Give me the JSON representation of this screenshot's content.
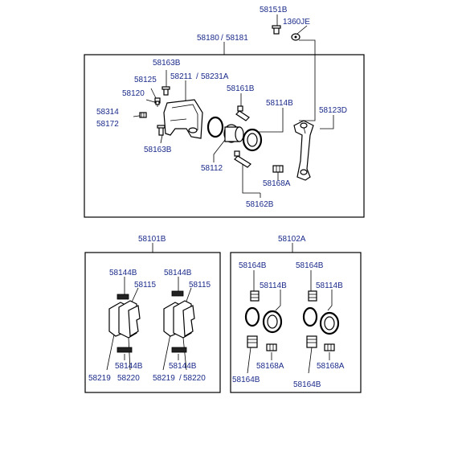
{
  "labels": {
    "p58151B": "58151B",
    "p1360JE": "1360JE",
    "p58180": "58180",
    "p58181": "58181",
    "p58163B_top": "58163B",
    "p58125": "58125",
    "p58211": "58211",
    "p58231A": "58231A",
    "p58120": "58120",
    "p58161B": "58161B",
    "p58314": "58314",
    "p58172": "58172",
    "p58114B_top": "58114B",
    "p58123D": "58123D",
    "p58163B_bottom": "58163B",
    "p58112": "58112",
    "p58168A_top": "58168A",
    "p58162B": "58162B",
    "p58101B": "58101B",
    "p58102A": "58102A",
    "p58144B_1": "58144B",
    "p58144B_2": "58144B",
    "p58115_1": "58115",
    "p58115_2": "58115",
    "p58144B_3": "58144B",
    "p58144B_4": "58144B",
    "p58219_1": "58219",
    "p58220_1": "58220",
    "p58219_2": "58219",
    "p58220_2": "58220",
    "p58164B_1": "58164B",
    "p58164B_2": "58164B",
    "p58114B_1": "58114B",
    "p58114B_2": "58114B",
    "p58164B_3": "58164B",
    "p58164B_4": "58164B",
    "p58168A_1": "58168A",
    "p58168A_2": "58168A"
  }
}
